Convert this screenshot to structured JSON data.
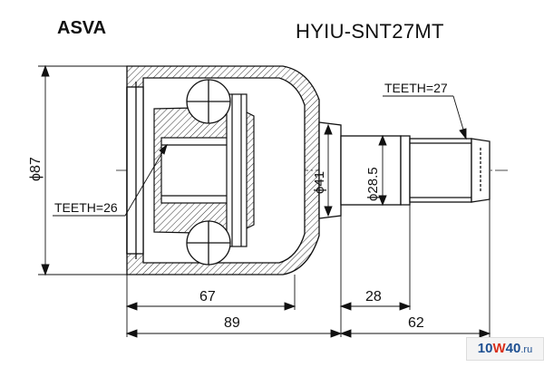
{
  "header": {
    "brand": "ASVA",
    "part_number": "HYIU-SNT27MT"
  },
  "labels": {
    "teeth_outer": "TEETH=27",
    "teeth_inner": "TEETH=26",
    "dia_body": "ϕ87",
    "dia_neck": "ϕ41",
    "dia_shaft": "ϕ28.5",
    "len_body": "67",
    "len_shaft": "28",
    "len_total": "89",
    "len_spline": "62"
  },
  "watermark": {
    "part1": "10",
    "part2": "W",
    "part3": "40",
    "part4": ".ru"
  },
  "colors": {
    "line": "#111111",
    "hatch": "#333333"
  }
}
